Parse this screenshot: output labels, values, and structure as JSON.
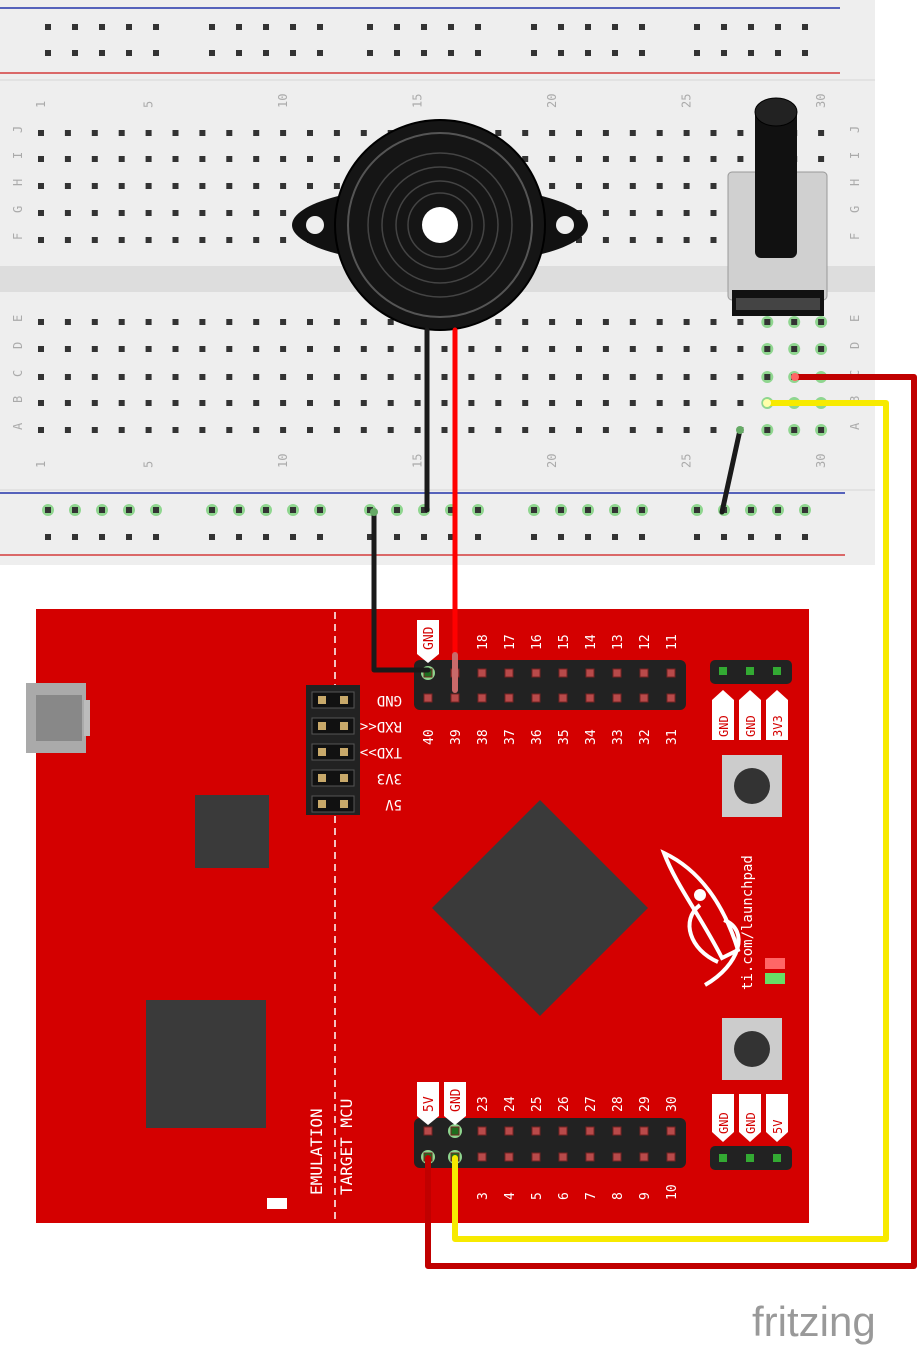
{
  "breadboard": {
    "column_numbers": [
      "1",
      "5",
      "10",
      "15",
      "20",
      "25",
      "30"
    ],
    "rows_top": [
      "J",
      "I",
      "H",
      "G",
      "F"
    ],
    "rows_bottom": [
      "E",
      "D",
      "C",
      "B",
      "A"
    ]
  },
  "board": {
    "pins_top_upper": [
      "GND",
      "",
      "18",
      "17",
      "16",
      "15",
      "14",
      "13",
      "12",
      "11"
    ],
    "pins_top_lower": [
      "40",
      "39",
      "38",
      "37",
      "36",
      "35",
      "34",
      "33",
      "32",
      "31"
    ],
    "pins_bottom_upper": [
      "5V",
      "GND",
      "23",
      "24",
      "25",
      "26",
      "27",
      "28",
      "29",
      "30"
    ],
    "pins_bottom_lower": [
      "",
      "",
      "3",
      "4",
      "5",
      "6",
      "7",
      "8",
      "9",
      "10"
    ],
    "uart_labels": [
      "GND",
      "RXD<<",
      "TXD>>",
      "3V3",
      "5V"
    ],
    "power_top": [
      "GND",
      "GND",
      "3V3"
    ],
    "power_bottom": [
      "GND",
      "GND",
      "5V"
    ],
    "url": "ti.com/launchpad",
    "emulation_label": "EMULATION",
    "target_label": "TARGET MCU"
  },
  "brand": "fritzing",
  "colors": {
    "board_red": "#d40000",
    "breadboard_bg": "#eeeeee",
    "wire_red": "#ff0000",
    "wire_dark_red": "#c00000",
    "wire_yellow": "#f7ea00",
    "wire_black": "#1a1a1a",
    "chip": "#3a3a3a",
    "rail_red": "#d33b3b",
    "rail_blue": "#2233aa",
    "hole_green": "#8fd68f"
  }
}
